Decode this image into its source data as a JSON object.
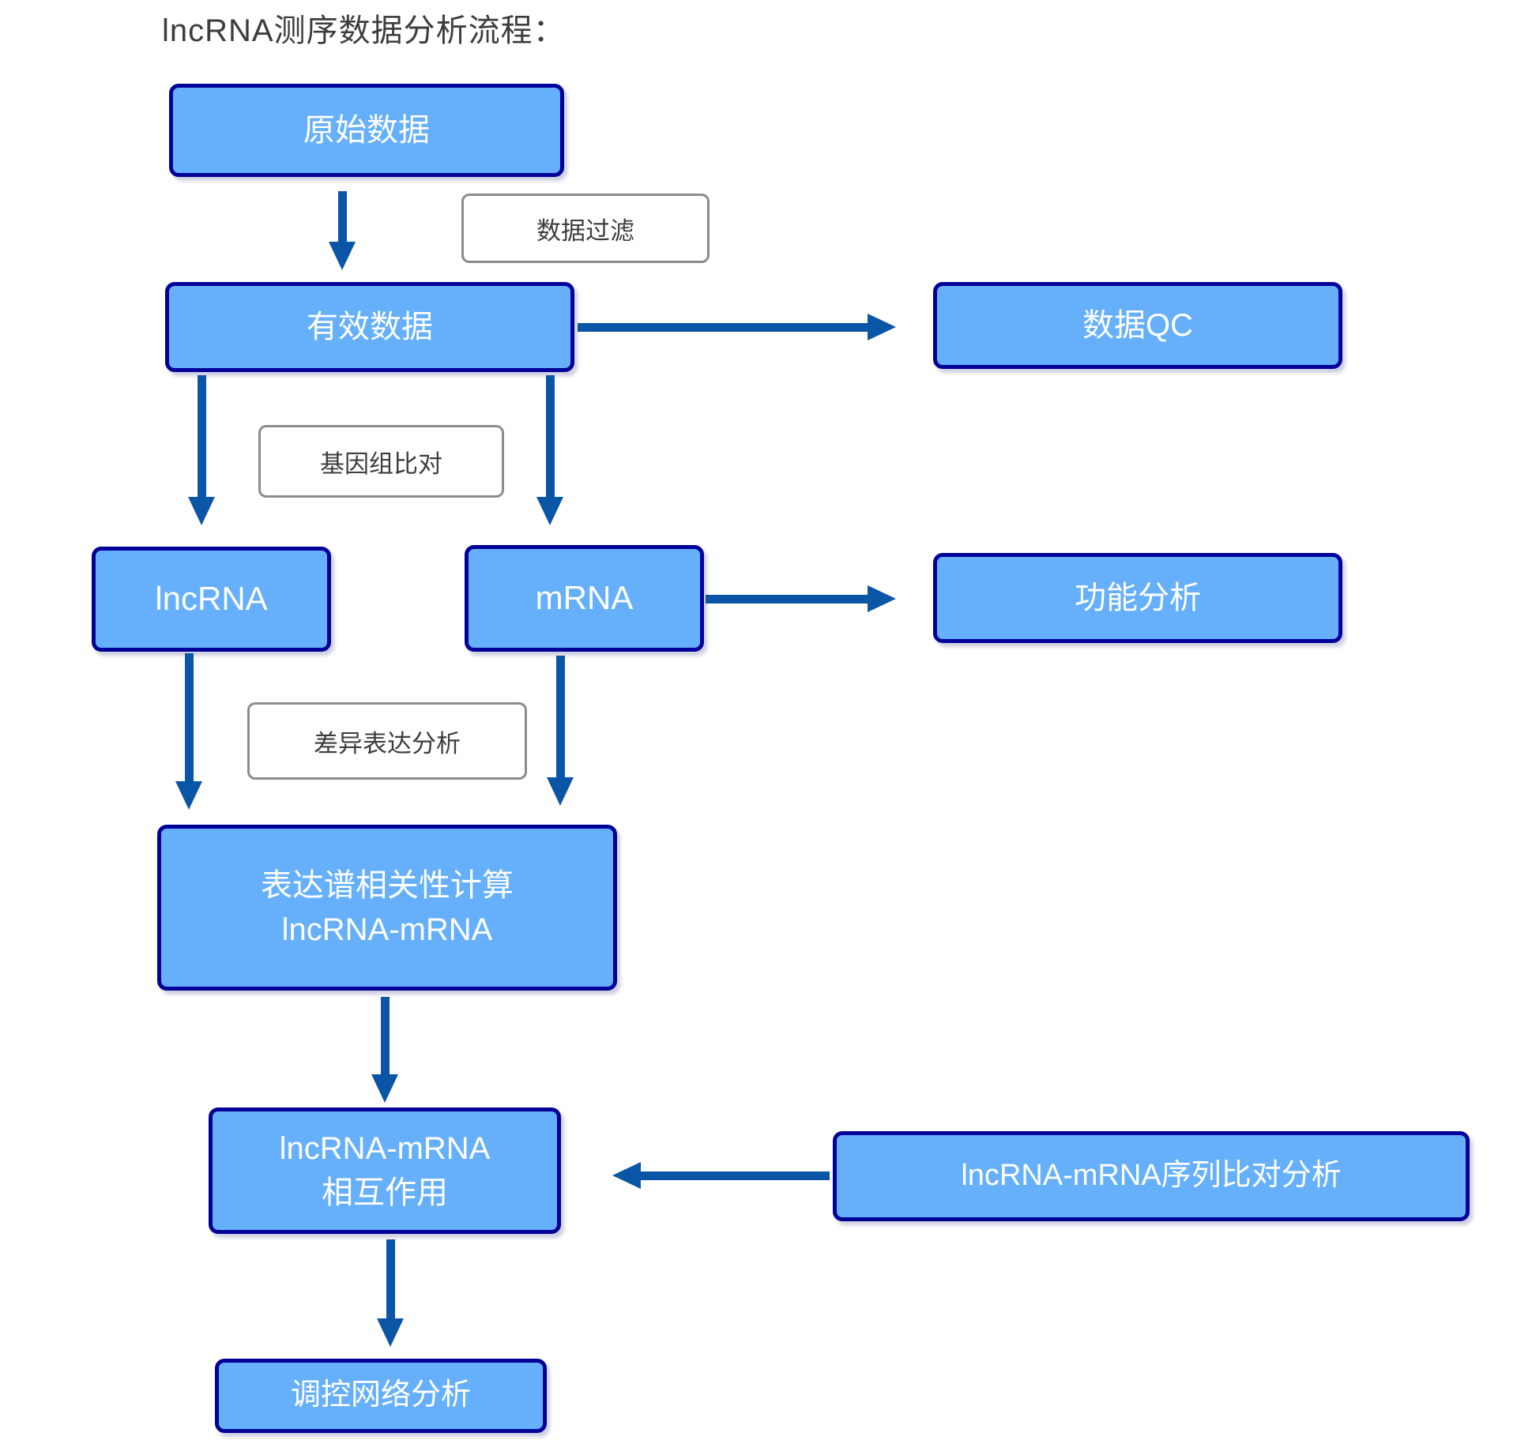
{
  "title": "lncRNA测序数据分析流程：",
  "colors": {
    "node_fill": "#66b0fb",
    "node_border": "#000099",
    "node_text": "#ffffff",
    "arrow": "#0b55a6",
    "label_border": "#8c8c8c",
    "label_text": "#3d3d3d",
    "title_text": "#3d3d3d"
  },
  "nodes": {
    "raw": {
      "label": "原始数据"
    },
    "valid": {
      "label": "有效数据"
    },
    "qc": {
      "label": "数据QC"
    },
    "lncrna": {
      "label": "lncRNA"
    },
    "mrna": {
      "label": "mRNA"
    },
    "corr": {
      "label": "表达谱相关性计算\nlncRNA-mRNA"
    },
    "func": {
      "label": "功能分析"
    },
    "interact": {
      "label": "lncRNA-mRNA\n相互作用"
    },
    "seqalign": {
      "label": "lncRNA-mRNA序列比对分析"
    },
    "network": {
      "label": "调控网络分析"
    }
  },
  "step_labels": {
    "filter": "数据过滤",
    "genome": "基因组比对",
    "diffexpr": "差异表达分析"
  },
  "edges": [
    {
      "from": "原始数据",
      "to": "有效数据",
      "label": "数据过滤"
    },
    {
      "from": "有效数据",
      "to": "数据QC"
    },
    {
      "from": "有效数据",
      "to": "lncRNA",
      "label": "基因组比对"
    },
    {
      "from": "有效数据",
      "to": "mRNA",
      "label": "基因组比对"
    },
    {
      "from": "mRNA",
      "to": "功能分析"
    },
    {
      "from": "lncRNA",
      "to": "表达谱相关性计算 lncRNA-mRNA",
      "label": "差异表达分析"
    },
    {
      "from": "mRNA",
      "to": "表达谱相关性计算 lncRNA-mRNA",
      "label": "差异表达分析"
    },
    {
      "from": "表达谱相关性计算 lncRNA-mRNA",
      "to": "lncRNA-mRNA 相互作用"
    },
    {
      "from": "lncRNA-mRNA序列比对分析",
      "to": "lncRNA-mRNA 相互作用"
    },
    {
      "from": "lncRNA-mRNA 相互作用",
      "to": "调控网络分析"
    }
  ]
}
